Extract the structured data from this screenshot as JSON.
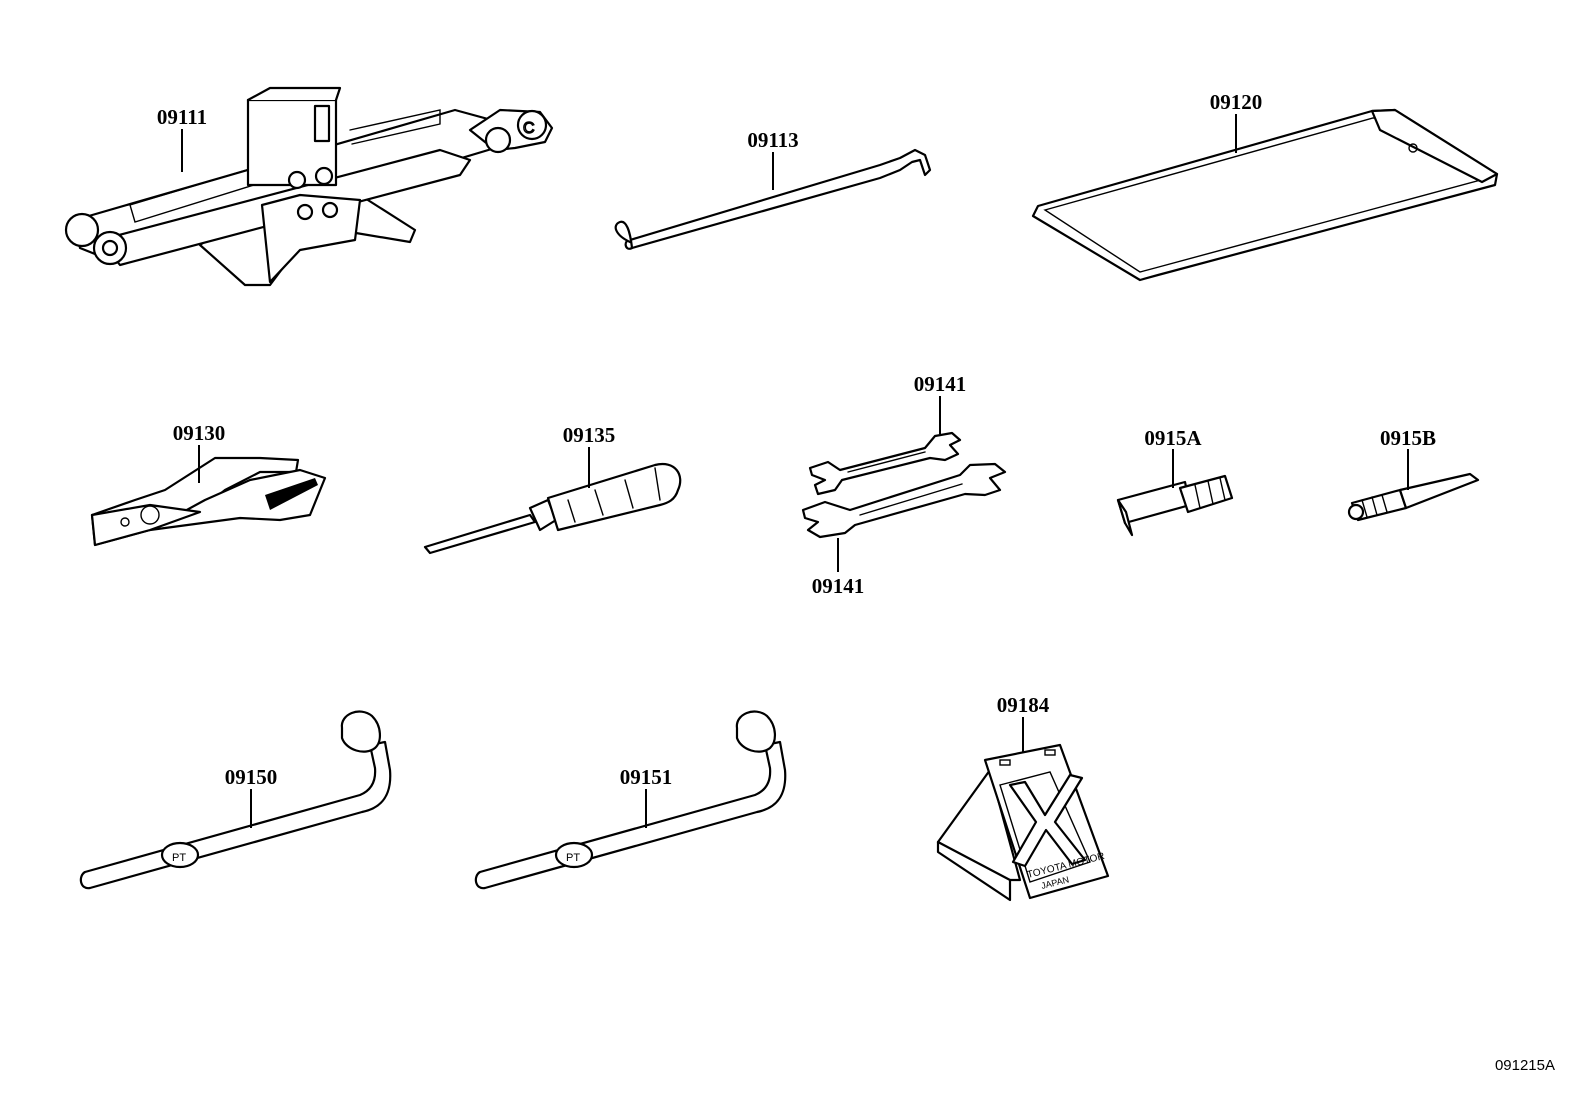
{
  "diagram": {
    "reference_code": "091215A",
    "parts": [
      {
        "id": "jack",
        "label": "09111",
        "item": "jack"
      },
      {
        "id": "hook",
        "label": "09113",
        "item": "hook"
      },
      {
        "id": "bag",
        "label": "09120",
        "item": "tool-bag"
      },
      {
        "id": "pliers",
        "label": "09130",
        "item": "pliers"
      },
      {
        "id": "screwdriver",
        "label": "09135",
        "item": "screwdriver"
      },
      {
        "id": "wrench-top",
        "label": "09141",
        "item": "wrench"
      },
      {
        "id": "wrench-bottom",
        "label": "09141",
        "item": "wrench"
      },
      {
        "id": "valve-tool-a",
        "label": "0915A",
        "item": "valve-tool"
      },
      {
        "id": "valve-tool-b",
        "label": "0915B",
        "item": "valve-tool"
      },
      {
        "id": "lug-wrench-1",
        "label": "09150",
        "item": "lug-wrench"
      },
      {
        "id": "lug-wrench-2",
        "label": "09151",
        "item": "lug-wrench"
      },
      {
        "id": "wheel-chock",
        "label": "09184",
        "item": "wheel-chock"
      }
    ],
    "chock_text": [
      "TOYOTA MOTOR",
      "JAPAN"
    ]
  }
}
